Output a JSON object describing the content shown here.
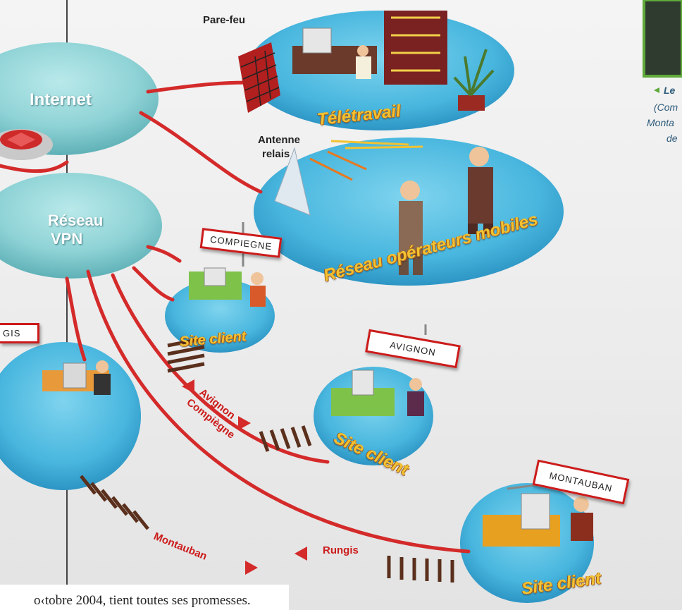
{
  "labels": {
    "pare_feu": "Pare-feu",
    "internet": "Internet",
    "teletravail": "Télétravail",
    "antenne": "Antenne",
    "relais": "relais",
    "reseau": "Réseau",
    "vpn": "VPN",
    "reseau_mobiles": "Réseau opérateurs mobiles",
    "site_client_compiegne": "Site client",
    "site_client_avignon": "Site client",
    "site_client_montauban": "Site client"
  },
  "signs": {
    "compiegne": "COMPIEGNE",
    "avignon": "AVIGNON",
    "montauban": "MONTAUBAN",
    "rungis_partial": "GIS"
  },
  "routes": {
    "avignon": "Avignon",
    "compiegne": "Compiègne",
    "montauban": "Montauban",
    "rungis": "Rungis"
  },
  "side_caption": {
    "line1": "Le",
    "line2": "(Com",
    "line3": "Monta",
    "line4": "de"
  },
  "bottom_text": "o‹tobre 2004, tient toutes ses promesses.",
  "colors": {
    "cloud": "#8fd3d6",
    "platform": "#5fc3e4",
    "link": "#d42a2a",
    "zone_label": "#f1c232",
    "sign_border": "#cc1b1b"
  }
}
